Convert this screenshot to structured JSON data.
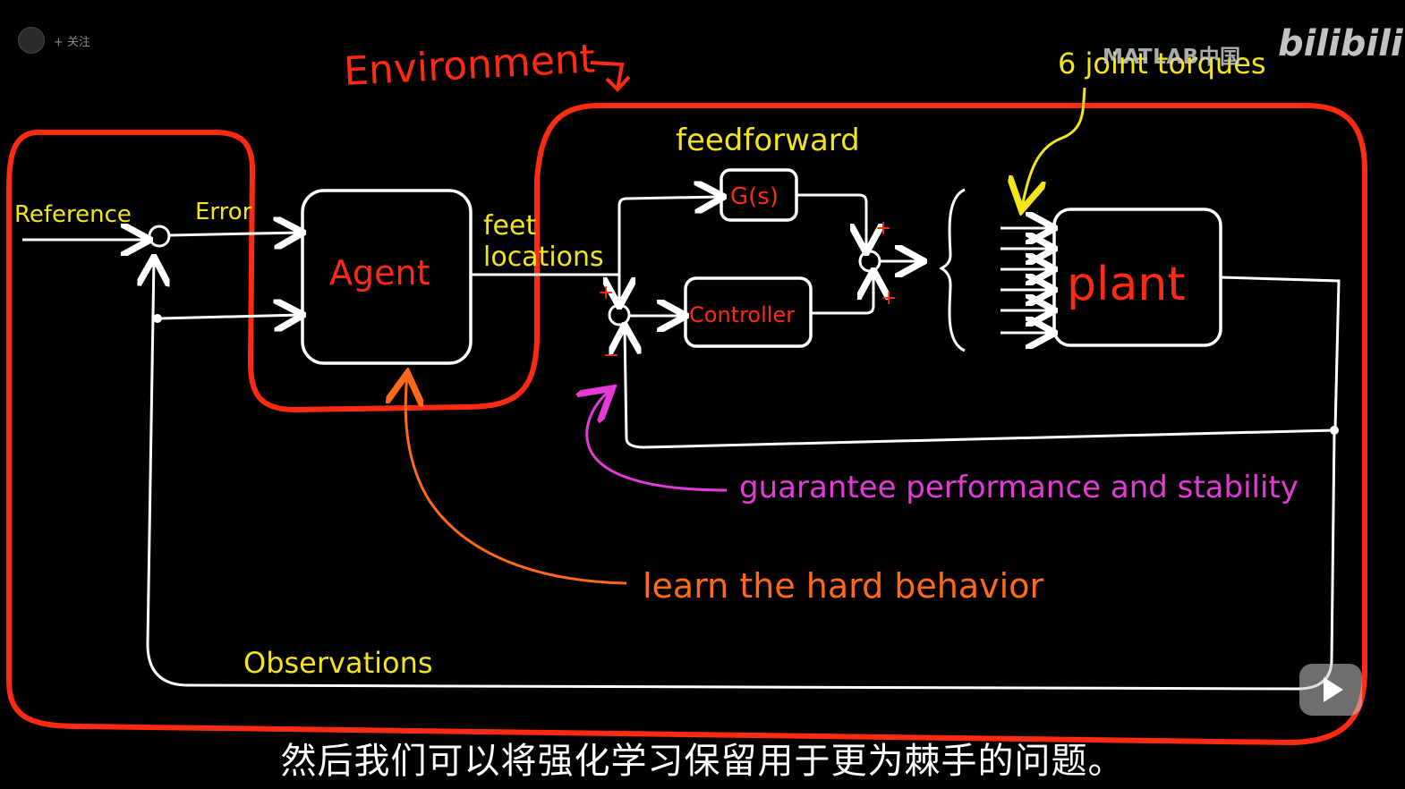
{
  "top_bar": {
    "follow_label": "+ 关注"
  },
  "watermark": {
    "text": "MATLAB中国",
    "brand": "bilibili"
  },
  "diagram": {
    "environment_label": "Environment",
    "reference_label": "Reference",
    "error_label": "Error",
    "agent_label": "Agent",
    "feet_locations_label": [
      "feet",
      "locations"
    ],
    "feedforward_label": "feedforward",
    "gs_label": "G(s)",
    "controller_label": "Controller",
    "plant_label": "plant",
    "joint_torques_label": "6 joint torques",
    "guarantee_label": "guarantee performance and stability",
    "learn_label": "learn the hard behavior",
    "observations_label": "Observations",
    "plus_sign": "+",
    "minus_sign": "−",
    "colors": {
      "environment": "#ff2a12",
      "white": "#ffffff",
      "yellow": "#f4e418",
      "magenta": "#e43ad8",
      "orange": "#ff6a1a",
      "red_text": "#ff2a12"
    }
  },
  "subtitle": "然后我们可以将强化学习保留用于更为棘手的问题。"
}
